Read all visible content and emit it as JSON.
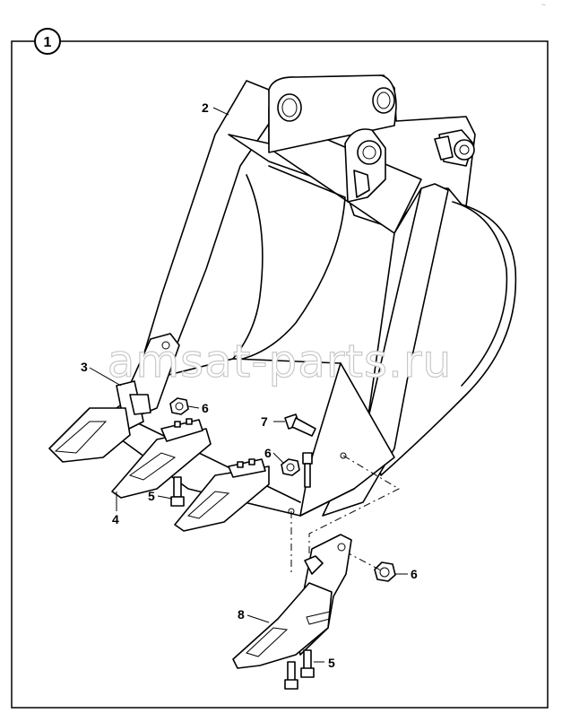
{
  "figure": {
    "number": "1",
    "watermark": "amsat-parts.ru",
    "top_right_mark": "~"
  },
  "callouts": [
    {
      "id": "2",
      "label": "2"
    },
    {
      "id": "3",
      "label": "3"
    },
    {
      "id": "4",
      "label": "4"
    },
    {
      "id": "5a",
      "label": "5"
    },
    {
      "id": "5b",
      "label": "5"
    },
    {
      "id": "6a",
      "label": "6"
    },
    {
      "id": "6b",
      "label": "6"
    },
    {
      "id": "6c",
      "label": "6"
    },
    {
      "id": "7",
      "label": "7"
    },
    {
      "id": "8",
      "label": "8"
    }
  ]
}
